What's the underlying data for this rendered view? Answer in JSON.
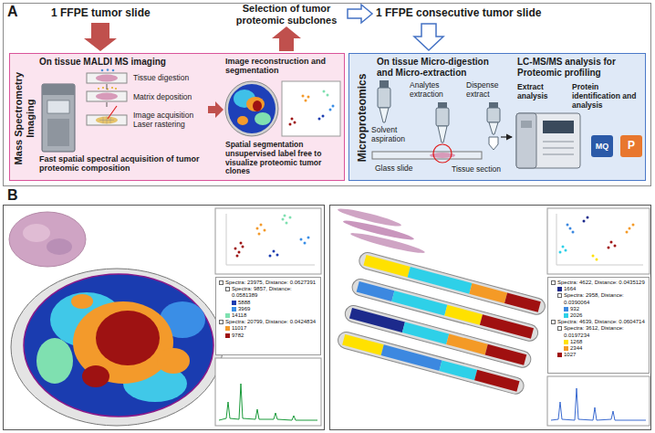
{
  "diagram": {
    "nodes": [
      {
        "text": [
          "Mass Spectrometry Imaging",
          "On tissue MALDI MS imaging",
          "Tissue digestion",
          "Matrix deposition",
          "Image acquisition Laser rastering",
          "Fast spatial spectral acquisition of tumor proteomic composition",
          "Image reconstruction and segmentation",
          "Spatial segmentation unsupervised label free to visualize proteomic tumor clones"
        ]
      },
      {
        "text": [
          "Microproteomics",
          "On tissue Micro-digestion and Micro-extraction",
          "Solvent aspiration",
          "Analytes extraction",
          "Dispense extract",
          "Glass slide",
          "Tissue section",
          "LC-MS/MS analysis for Proteomic profiling",
          "Extract analysis",
          "Protein identification and analysis"
        ]
      },
      {
        "text": [
          "Spectra: 23975, Distance: 0.0627391",
          "Spectra: 9857, Distance: 0.0581389",
          "Spectra: 20799, Distance: 0.0424834"
        ]
      },
      {
        "text": [
          "Spectra: 4622, Distance: 0.0435129",
          "Spectra: 2958, Distance: 0.0390064",
          "Spectra: 4639, Distance: 0.0604714",
          "Spectra: 3612, Distance: 0.0197234"
        ]
      }
    ],
    "labels": [
      "A",
      "1 FFPE tumor slide",
      "Selection of tumor proteomic subclones",
      "1 FFPE consecutive tumor slide",
      "MQ",
      "P",
      "B"
    ],
    "legend": [
      {
        "text": "5888",
        "color": "#1a3cb0"
      },
      {
        "text": "3969",
        "color": "#3a8ee6"
      },
      {
        "text": "14118",
        "color": "#7fe0b0"
      },
      {
        "text": "11017",
        "color": "#f39a2b"
      },
      {
        "text": "9782",
        "color": "#9e1212"
      },
      {
        "text": "1664",
        "color": "#1c2a8c"
      },
      {
        "text": "932",
        "color": "#3c88e0"
      },
      {
        "text": "2026",
        "color": "#2ed0e8"
      },
      {
        "text": "1268",
        "color": "#ffe100"
      },
      {
        "text": "2344",
        "color": "#f49a26"
      },
      {
        "text": "1027",
        "color": "#a01010"
      }
    ]
  }
}
